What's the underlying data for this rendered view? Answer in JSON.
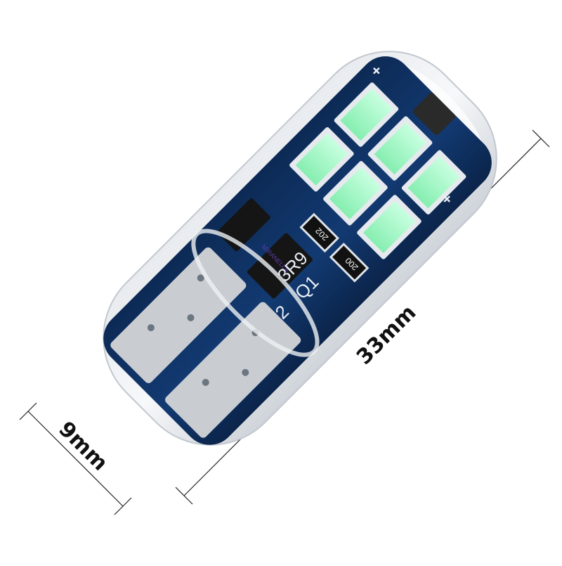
{
  "product": {
    "dimension_width_label": "9mm",
    "dimension_length_label": "33mm",
    "pcb_marking_1": "3R9",
    "pcb_marking_2": "Q2",
    "pcb_marking_3": "Q1",
    "resistor_1_code": "200",
    "resistor_2_code": "202",
    "plus_sign_1": "+",
    "plus_sign_2": "+",
    "watermark": "MIRANELLA"
  },
  "colors": {
    "pcb": "#0f2f5e",
    "led": "#9ff5c4",
    "housing": "#dfe3e8",
    "pad": "#c9cdd2"
  }
}
